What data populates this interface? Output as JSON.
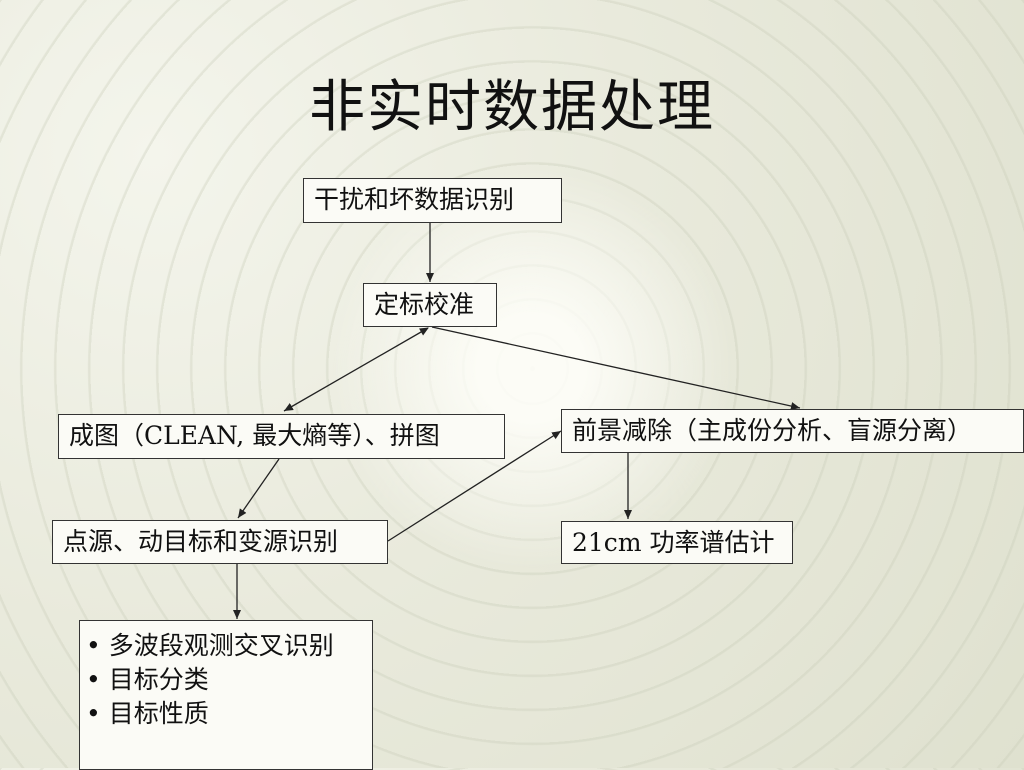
{
  "title": "非实时数据处理",
  "nodes": {
    "interference": "干扰和坏数据识别",
    "calibration": "定标校准",
    "imaging": "成图（CLEAN, 最大熵等）、拼图",
    "foreground": "前景减除（主成份分析、盲源分离）",
    "point_sources": "点源、动目标和变源识别",
    "power_spectrum": "21cm 功率谱估计",
    "followup_items": [
      "多波段观测交叉识别",
      "目标分类",
      "目标性质"
    ]
  }
}
